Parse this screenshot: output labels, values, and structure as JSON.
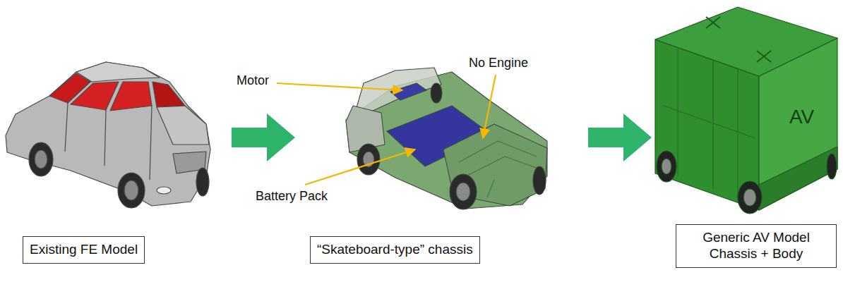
{
  "diagram": {
    "nodes": [
      {
        "text": [
          "Existing FE Model"
        ]
      },
      {
        "text": [
          "“Skateboard-type” chassis"
        ]
      },
      {
        "text": [
          "Generic AV Model Chassis + Body"
        ]
      }
    ],
    "labels": [
      "Motor",
      "No Engine",
      "Battery Pack",
      "AV"
    ]
  }
}
